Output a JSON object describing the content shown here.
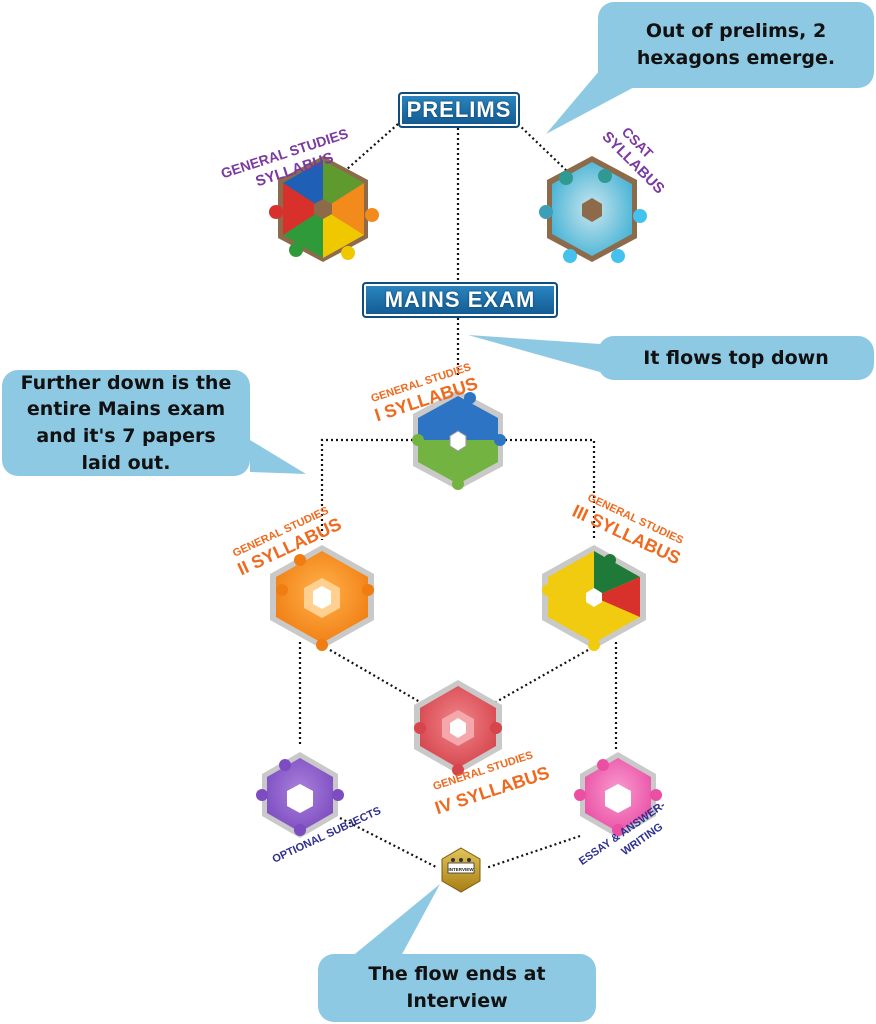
{
  "callouts": {
    "prelims_note": "Out of prelims, 2 hexagons emerge.",
    "flow_note": "It flows top down",
    "mains_note": "Further down is the entire Mains exam and it's 7 papers laid out.",
    "interview_note": "The flow ends at Interview"
  },
  "nodes": {
    "prelims": "PRELIMS",
    "mains": "MAINS EXAM",
    "gs_syllabus_top": "GENERAL STUDIES",
    "gs_syllabus_bottom": "SYLLABUS",
    "csat_top": "CSAT",
    "csat_bottom": "SYLLABUS",
    "gs1_top": "GENERAL STUDIES",
    "gs1_bottom": "I SYLLABUS",
    "gs2_top": "GENERAL STUDIES",
    "gs2_bottom": "II SYLLABUS",
    "gs3_top": "GENERAL STUDIES",
    "gs3_bottom": "III SYLLABUS",
    "gs4_top": "GENERAL STUDIES",
    "gs4_bottom": "IV SYLLABUS",
    "optional": "OPTIONAL SUBJECTS",
    "essay_top": "ESSAY & ANSWER-",
    "essay_bottom": "WRITING",
    "interview": "INTERVIEW"
  },
  "colors": {
    "callout": "#8ec9e4",
    "button": "#1f6fab",
    "purple_label": "#7b3aa0",
    "orange_label": "#ef6a1e",
    "navy_label": "#2e2f8f",
    "gs1": "#2f7fbf",
    "gs2": "#f28a1c",
    "gs3": "#f0c800",
    "gs4": "#d9474d",
    "optional": "#8c5cc8",
    "essay": "#ef5fae",
    "csat": "#4fb8d8",
    "interview": "#c9a227"
  }
}
